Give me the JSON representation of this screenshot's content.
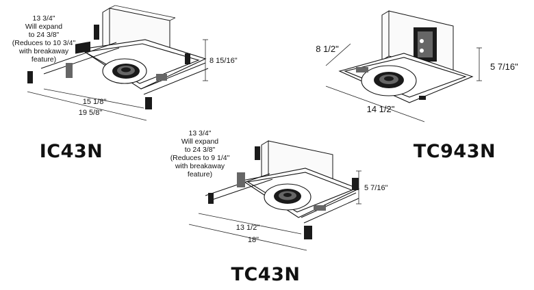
{
  "fixtures": [
    {
      "model": "IC43N",
      "notes": [
        "13 3/4\"",
        "Will expand",
        "to 24 3/8\"",
        "(Reduces to 10 3/4\"",
        "with breakaway",
        "feature)"
      ],
      "height": "8 15/16\"",
      "width_inner": "15 1/8\"",
      "width_outer": "19 5/8\""
    },
    {
      "model": "TC943N",
      "depth": "8 1/2\"",
      "height": "5 7/16\"",
      "width": "14 1/2\""
    },
    {
      "model": "TC43N",
      "notes": [
        "13 3/4\"",
        "Will expand",
        "to 24 3/8\"",
        "(Reduces to 9 1/4\"",
        "with breakaway",
        "feature)"
      ],
      "height": "5 7/16\"",
      "width_inner": "13 1/2\"",
      "width_outer": "18\""
    }
  ]
}
